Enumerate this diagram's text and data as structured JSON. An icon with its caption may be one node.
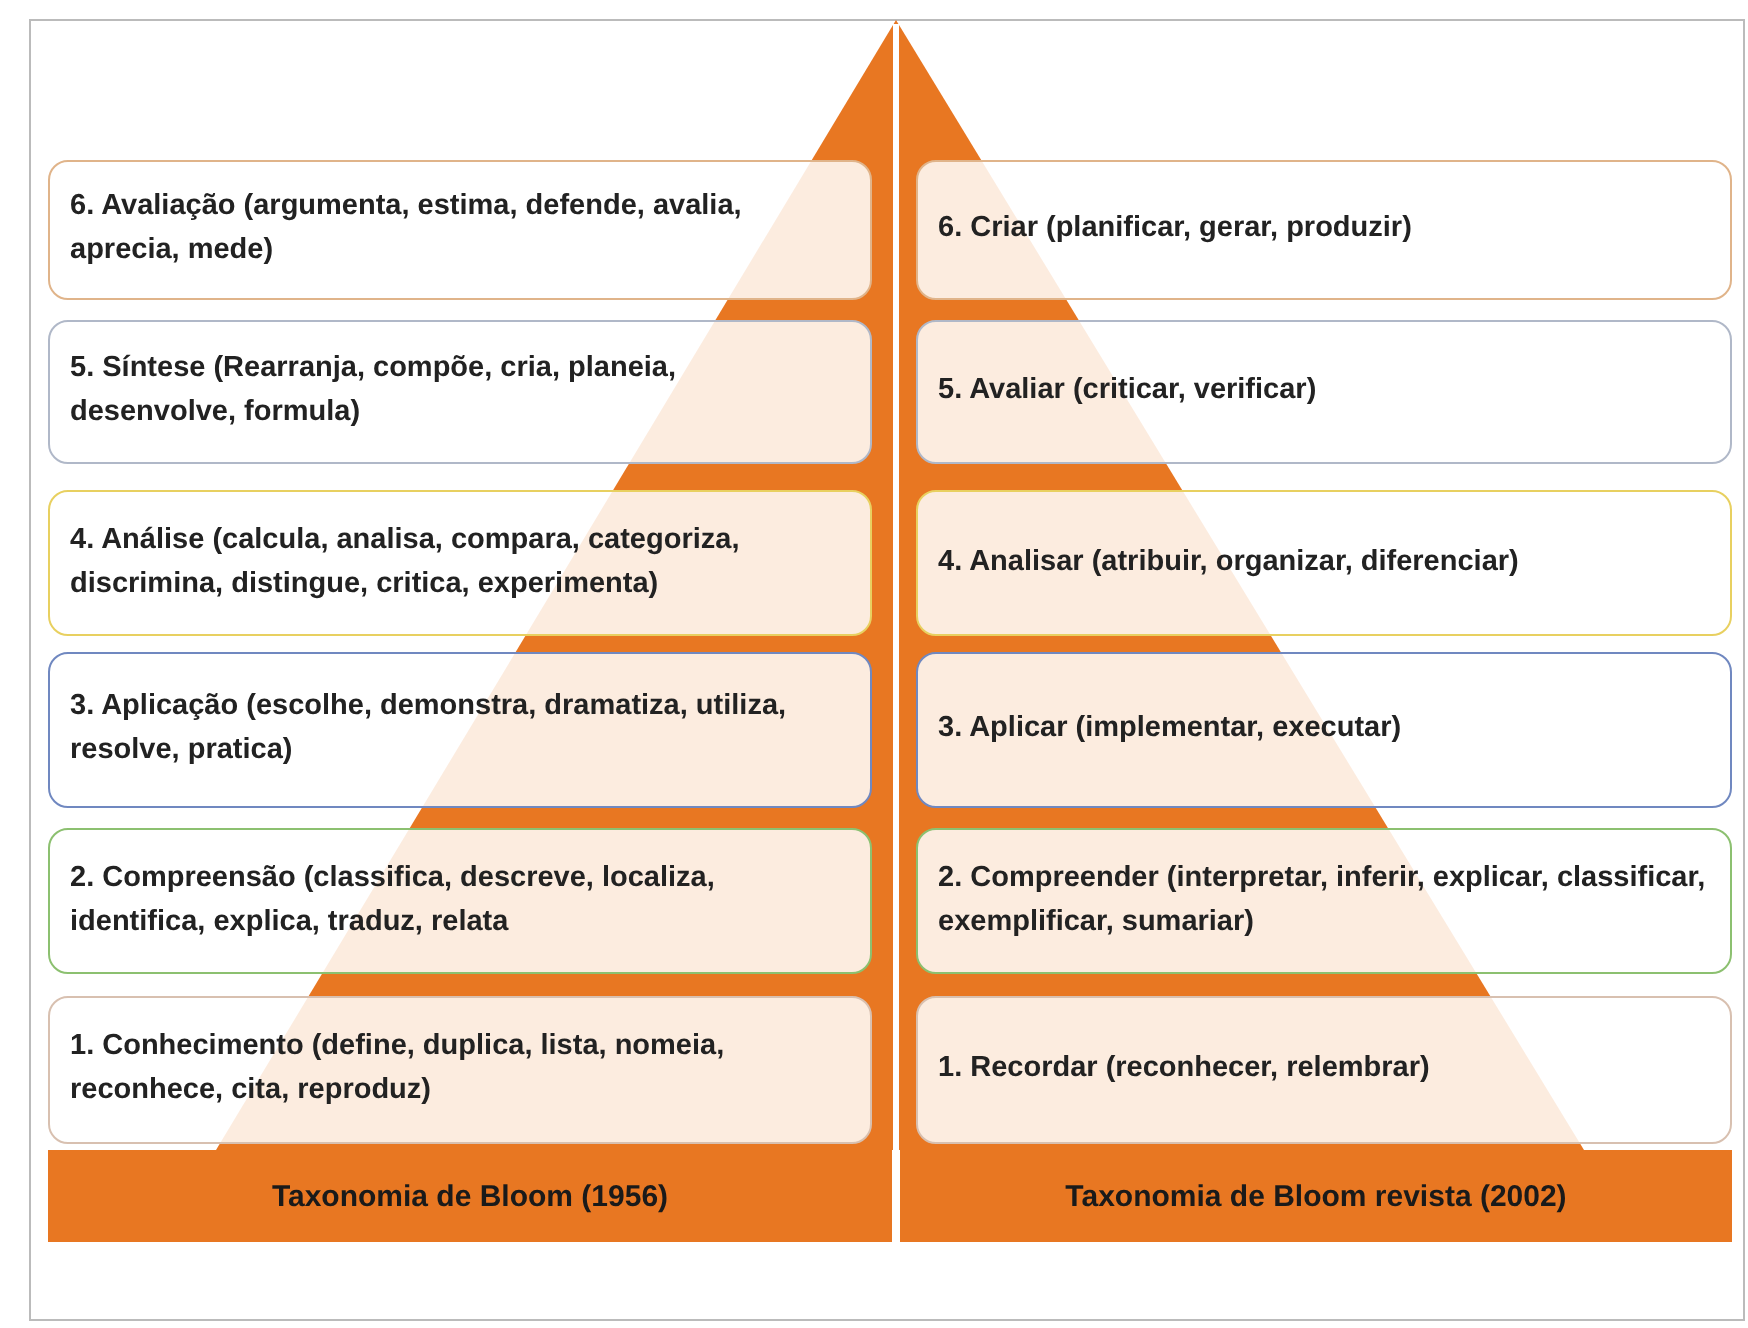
{
  "diagram": {
    "nodes": [
      {
        "text": [
          "6. Avaliação (argumenta, estima, defende, avalia, aprecia, mede)"
        ]
      },
      {
        "text": [
          "6. Criar (planificar, gerar, produzir)"
        ]
      },
      {
        "text": [
          "5. Síntese (Rearranja, compõe, cria, planeia, desenvolve, formula)"
        ]
      },
      {
        "text": [
          "5. Avaliar (criticar, verificar)"
        ]
      },
      {
        "text": [
          "4. Análise (calcula, analisa, compara, categoriza, discrimina, distingue, critica, experimenta)"
        ]
      },
      {
        "text": [
          "4. Analisar (atribuir, organizar, diferenciar)"
        ]
      },
      {
        "text": [
          "3. Aplicação (escolhe, demonstra, dramatiza, utiliza, resolve, pratica)"
        ]
      },
      {
        "text": [
          "3. Aplicar (implementar, executar)"
        ]
      },
      {
        "text": [
          "2. Compreensão (classifica, descreve, localiza, identifica, explica, traduz, relata"
        ]
      },
      {
        "text": [
          "2. Compreender (interpretar, inferir, explicar, classificar, exemplificar, sumariar)"
        ]
      },
      {
        "text": [
          "1. Conhecimento (define, duplica, lista, nomeia, reconhece, cita, reproduz)"
        ]
      },
      {
        "text": [
          "1. Recordar (reconhecer, relembrar)"
        ]
      },
      {
        "text": [
          "Taxonomia de Bloom (1956)"
        ]
      },
      {
        "text": [
          "Taxonomia de Bloom revista (2002)"
        ]
      }
    ]
  }
}
